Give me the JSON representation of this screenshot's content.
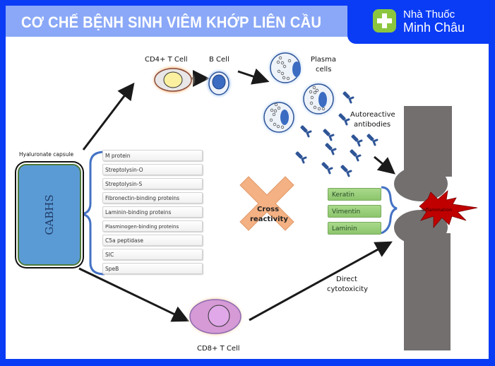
{
  "header": {
    "title": "CƠ CHẾ BỆNH SINH VIÊM KHỚP LIÊN CẦU",
    "brand_line1": "Nhà Thuốc",
    "brand_line2": "Minh Châu",
    "brand_icon": "plus-icon"
  },
  "colors": {
    "frame": "#0a3cf5",
    "title_bar": "#8aa8f7",
    "brand_icon": "#8cc63f",
    "bone": "#736f6f",
    "inflammation": "#c00000",
    "antibody": "#2f5597",
    "cross": "#f4b183"
  },
  "diagram": {
    "capsule_label": "Hyaluronate capsule",
    "bacterium_label": "GABHS",
    "virulence_factors": [
      "M protein",
      "Streptolysin-O",
      "Streptolysin-S",
      "Fibronectin-binding proteins",
      "Laminin-binding proteins",
      "Plasminogen-binding proteins",
      "C5a peptidase",
      "SIC",
      "SpeB"
    ],
    "cd4_label": "CD4+ T Cell",
    "bcell_label": "B Cell",
    "plasma_label_1": "Plasma",
    "plasma_label_2": "cells",
    "antibodies_label_1": "Autoreactive",
    "antibodies_label_2": "antibodies",
    "cross_label_1": "Cross",
    "cross_label_2": "reactivity",
    "antigens": [
      "Keratin",
      "Vimentin",
      "Laminin"
    ],
    "inflammation_label": "Inflammation",
    "cytotox_label_1": "Direct",
    "cytotox_label_2": "cytotoxicity",
    "cd8_label": "CD8+ T Cell"
  }
}
